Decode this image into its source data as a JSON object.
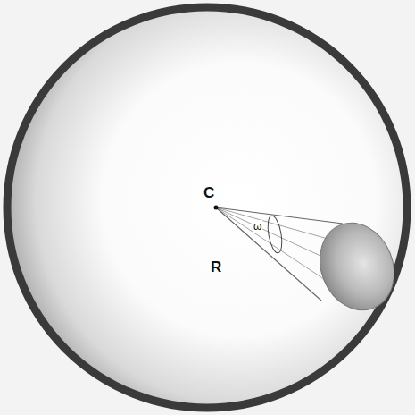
{
  "diagram": {
    "labels": [
      "C",
      "ω",
      "R"
    ]
  }
}
